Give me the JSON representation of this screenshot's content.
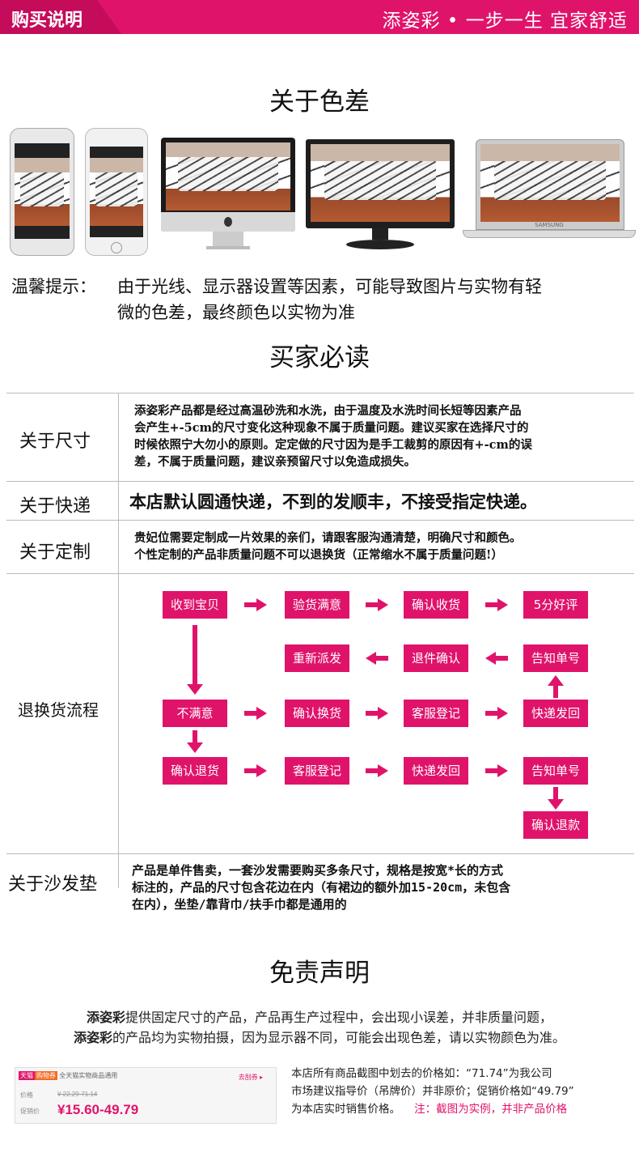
{
  "header": {
    "title": "购买说明",
    "slogan": "添姿彩 • 一步一生   宜家舒适",
    "accent_color": "#e0136b"
  },
  "color_section": {
    "title": "关于色差",
    "devices": [
      "android-phone-icon",
      "iphone-icon",
      "imac-icon",
      "monitor-icon",
      "laptop-icon"
    ],
    "laptop_brand": "SAMSUNG",
    "notice_label": "温馨提示：",
    "notice_line1": "由于光线、显示器设置等因素，可能导致图片与实物有轻",
    "notice_line2": "微的色差，最终颜色以实物为准"
  },
  "buyer_section": {
    "title": "买家必读",
    "rows": [
      {
        "label": "关于尺寸",
        "lines": [
          "添姿彩产品都是经过高温砂洗和水洗，由于温度及水洗时间长短等因素产品",
          "会产生+-5cm的尺寸变化这种现象不属于质量问题。建议买家在选择尺寸的",
          "时候依照宁大勿小的原则。定定做的尺寸因为是手工裁剪的原因有+-cm的误",
          "差，不属于质量问题，建议亲预留尺寸以免造成损失。"
        ]
      },
      {
        "label": "关于快递",
        "lines": [
          "本店默认圆通快递，不到的发顺丰，不接受指定快递。"
        ]
      },
      {
        "label": "关于定制",
        "lines": [
          "贵妃位需要定制成一片效果的亲们，请跟客服沟通清楚，明确尺寸和颜色。",
          "个性定制的产品非质量问题不可以退换货（正常缩水不属于质量问题!）"
        ]
      },
      {
        "label": "退换货流程",
        "flow": {
          "row1": [
            "收到宝贝",
            "验货满意",
            "确认收货",
            "5分好评"
          ],
          "row2": [
            "重新派发",
            "退件确认",
            "告知单号"
          ],
          "row3": [
            "不满意",
            "确认换货",
            "客服登记",
            "快递发回"
          ],
          "row4": [
            "确认退货",
            "客服登记",
            "快递发回",
            "告知单号"
          ],
          "row5": [
            "确认退款"
          ]
        }
      },
      {
        "label": "关于沙发垫",
        "lines": [
          "产品是单件售卖，一套沙发需要购买多条尺寸，规格是按宽*长的方式",
          "标注的，产品的尺寸包含花边在内（有裙边的额外加15-20cm，未包含",
          "在内），坐垫/靠背巾/扶手巾都是通用的"
        ]
      }
    ]
  },
  "disclaimer": {
    "title": "免责声明",
    "brand": "添姿彩",
    "line1": "提供固定尺寸的产品，产品再生产过程中，会出现小误差，并非质量问题，",
    "line2": "的产品均为实物拍摄，因为显示器不同，可能会出现色差，请以实物颜色为准。"
  },
  "price_example": {
    "badge1": "天猫",
    "badge2": "购物券",
    "top_text": "全天猫实物商品通用",
    "coupon": "去刮券 ▸",
    "price_label": "价格",
    "old_price": "¥ 22.29-71.14",
    "promo_label": "促销价",
    "new_price": "¥15.60-49.79",
    "note_line1": "本店所有商品截图中划去的价格如：“71.74”为我公司",
    "note_line2": "市场建议指导价（吊牌价）并非原价；促销价格如“49.79”",
    "note_line3": "为本店实时销售价格。",
    "note_red": "注：截图为实例，并非产品价格"
  }
}
